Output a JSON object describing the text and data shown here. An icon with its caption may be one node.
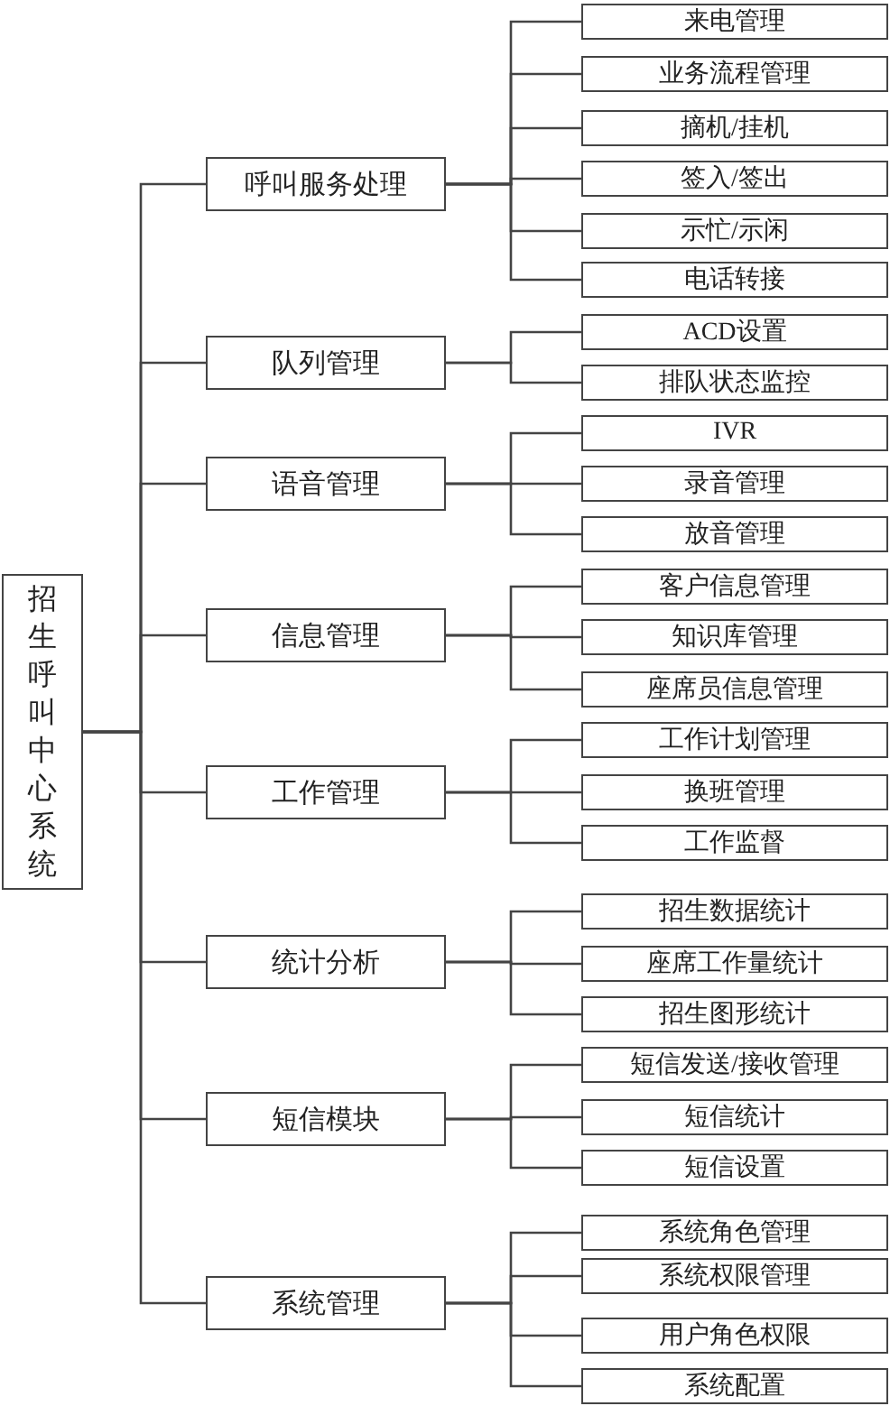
{
  "diagram": {
    "nodes": [
      {
        "text": [
          "招生呼叫中心系统"
        ]
      },
      {
        "text": [
          "呼叫服务处理"
        ]
      },
      {
        "text": [
          "来电管理"
        ]
      },
      {
        "text": [
          "业务流程管理"
        ]
      },
      {
        "text": [
          "摘机/挂机"
        ]
      },
      {
        "text": [
          "签入/签出"
        ]
      },
      {
        "text": [
          "示忙/示闲"
        ]
      },
      {
        "text": [
          "电话转接"
        ]
      },
      {
        "text": [
          "队列管理"
        ]
      },
      {
        "text": [
          "ACD设置"
        ]
      },
      {
        "text": [
          "排队状态监控"
        ]
      },
      {
        "text": [
          "语音管理"
        ]
      },
      {
        "text": [
          "IVR"
        ]
      },
      {
        "text": [
          "录音管理"
        ]
      },
      {
        "text": [
          "放音管理"
        ]
      },
      {
        "text": [
          "信息管理"
        ]
      },
      {
        "text": [
          "客户信息管理"
        ]
      },
      {
        "text": [
          "知识库管理"
        ]
      },
      {
        "text": [
          "座席员信息管理"
        ]
      },
      {
        "text": [
          "工作管理"
        ]
      },
      {
        "text": [
          "工作计划管理"
        ]
      },
      {
        "text": [
          "换班管理"
        ]
      },
      {
        "text": [
          "工作监督"
        ]
      },
      {
        "text": [
          "统计分析"
        ]
      },
      {
        "text": [
          "招生数据统计"
        ]
      },
      {
        "text": [
          "座席工作量统计"
        ]
      },
      {
        "text": [
          "招生图形统计"
        ]
      },
      {
        "text": [
          "短信模块"
        ]
      },
      {
        "text": [
          "短信发送/接收管理"
        ]
      },
      {
        "text": [
          "短信统计"
        ]
      },
      {
        "text": [
          "短信设置"
        ]
      },
      {
        "text": [
          "系统管理"
        ]
      },
      {
        "text": [
          "系统角色管理"
        ]
      },
      {
        "text": [
          "系统权限管理"
        ]
      },
      {
        "text": [
          "用户角色权限"
        ]
      },
      {
        "text": [
          "系统配置"
        ]
      }
    ],
    "edges": [
      {
        "from": 0,
        "to": 1,
        "arrow": "none"
      },
      {
        "from": 1,
        "to": 2,
        "arrow": "none"
      },
      {
        "from": 1,
        "to": 3,
        "arrow": "none"
      },
      {
        "from": 1,
        "to": 4,
        "arrow": "none"
      },
      {
        "from": 1,
        "to": 5,
        "arrow": "none"
      },
      {
        "from": 1,
        "to": 6,
        "arrow": "none"
      },
      {
        "from": 1,
        "to": 7,
        "arrow": "none"
      },
      {
        "from": 0,
        "to": 8,
        "arrow": "none"
      },
      {
        "from": 8,
        "to": 9,
        "arrow": "none"
      },
      {
        "from": 8,
        "to": 10,
        "arrow": "none"
      },
      {
        "from": 0,
        "to": 11,
        "arrow": "none"
      },
      {
        "from": 11,
        "to": 12,
        "arrow": "none"
      },
      {
        "from": 11,
        "to": 13,
        "arrow": "none"
      },
      {
        "from": 11,
        "to": 14,
        "arrow": "none"
      },
      {
        "from": 0,
        "to": 15,
        "arrow": "none"
      },
      {
        "from": 15,
        "to": 16,
        "arrow": "none"
      },
      {
        "from": 15,
        "to": 17,
        "arrow": "none"
      },
      {
        "from": 15,
        "to": 18,
        "arrow": "none"
      },
      {
        "from": 0,
        "to": 19,
        "arrow": "none"
      },
      {
        "from": 19,
        "to": 20,
        "arrow": "none"
      },
      {
        "from": 19,
        "to": 21,
        "arrow": "none"
      },
      {
        "from": 19,
        "to": 22,
        "arrow": "none"
      },
      {
        "from": 0,
        "to": 23,
        "arrow": "none"
      },
      {
        "from": 23,
        "to": 24,
        "arrow": "none"
      },
      {
        "from": 23,
        "to": 25,
        "arrow": "none"
      },
      {
        "from": 23,
        "to": 26,
        "arrow": "none"
      },
      {
        "from": 0,
        "to": 27,
        "arrow": "none"
      },
      {
        "from": 27,
        "to": 28,
        "arrow": "none"
      },
      {
        "from": 27,
        "to": 29,
        "arrow": "none"
      },
      {
        "from": 27,
        "to": 30,
        "arrow": "none"
      },
      {
        "from": 0,
        "to": 31,
        "arrow": "none"
      },
      {
        "from": 31,
        "to": 32,
        "arrow": "none"
      },
      {
        "from": 31,
        "to": 33,
        "arrow": "none"
      },
      {
        "from": 31,
        "to": 34,
        "arrow": "none"
      },
      {
        "from": 31,
        "to": 35,
        "arrow": "none"
      }
    ]
  }
}
